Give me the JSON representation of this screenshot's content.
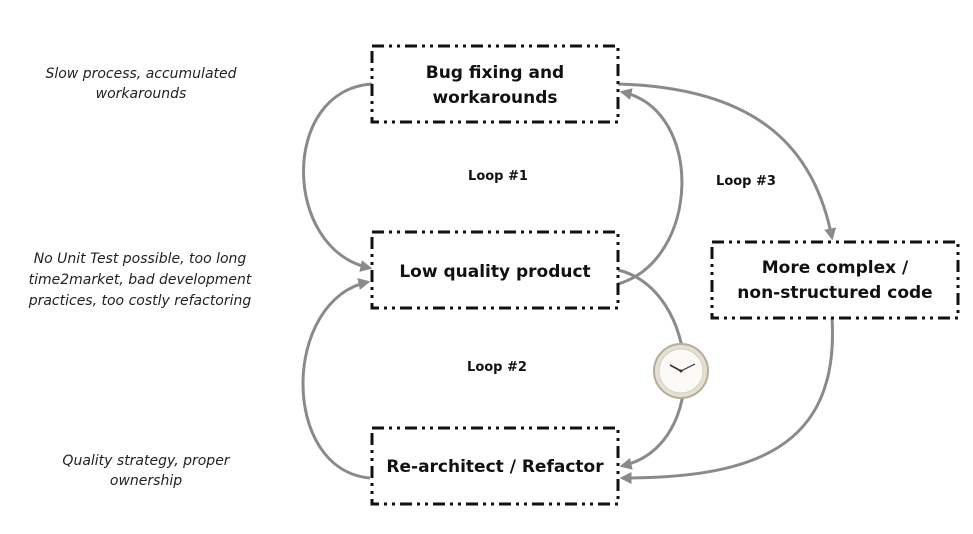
{
  "boxes": {
    "bug_fixing": {
      "line1": "Bug fixing and",
      "line2": "workarounds"
    },
    "low_quality": {
      "line1": "Low quality product"
    },
    "complex_code": {
      "line1": "More complex /",
      "line2": "non-structured code"
    },
    "rearchitect": {
      "line1": "Re-architect / Refactor"
    }
  },
  "loops": {
    "loop1": "Loop #1",
    "loop2": "Loop #2",
    "loop3": "Loop #3"
  },
  "notes": {
    "top": {
      "line1": "Slow process, accumulated",
      "line2": "workarounds"
    },
    "middle": {
      "line1": "No Unit Test possible, too long",
      "line2": "time2market, bad development",
      "line3": "practices, too costly refactoring"
    },
    "bottom": {
      "line1": "Quality strategy, proper",
      "line2": "ownership"
    }
  },
  "icons": {
    "clock": "clock-icon"
  },
  "colors": {
    "arrow": "#8a8a8a",
    "box_border": "#111111"
  }
}
